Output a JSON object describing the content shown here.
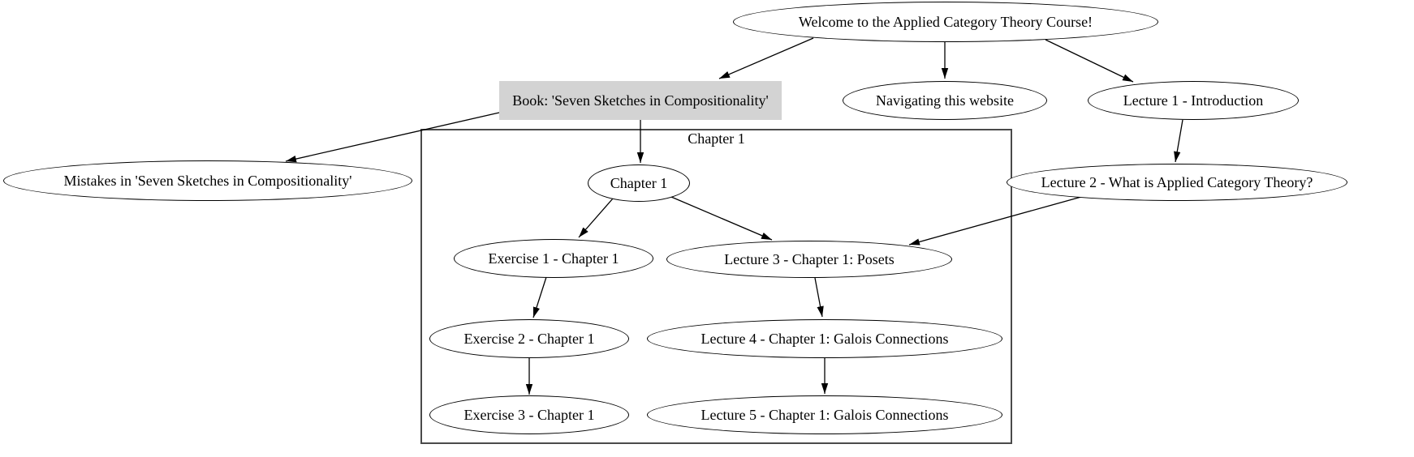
{
  "diagram": {
    "kind": "directed-graph",
    "background": "#ffffff",
    "colors": {
      "node_stroke": "#000000",
      "node_fill": "#ffffff",
      "book_node_fill": "#d3d3d3",
      "edge_color": "#000000",
      "cluster_border": "#4a4a4a",
      "text": "#000000"
    },
    "cluster": {
      "label": "Chapter 1"
    },
    "nodes": [
      {
        "id": "welcome",
        "label": "Welcome to the Applied Category Theory Course!",
        "shape": "ellipse",
        "in_cluster": false
      },
      {
        "id": "book",
        "label": "Book: 'Seven Sketches in Compositionality'",
        "shape": "box",
        "in_cluster": false
      },
      {
        "id": "navigating",
        "label": "Navigating this website",
        "shape": "ellipse",
        "in_cluster": false
      },
      {
        "id": "lecture1",
        "label": "Lecture 1 - Introduction",
        "shape": "ellipse",
        "in_cluster": false
      },
      {
        "id": "mistakes",
        "label": "Mistakes in 'Seven Sketches in Compositionality'",
        "shape": "ellipse",
        "in_cluster": false
      },
      {
        "id": "chapter1",
        "label": "Chapter 1",
        "shape": "ellipse",
        "in_cluster": true
      },
      {
        "id": "lecture2",
        "label": "Lecture 2 - What is Applied Category Theory?",
        "shape": "ellipse",
        "in_cluster": false
      },
      {
        "id": "exercise1",
        "label": "Exercise 1 - Chapter 1",
        "shape": "ellipse",
        "in_cluster": true
      },
      {
        "id": "lecture3",
        "label": "Lecture 3 - Chapter 1: Posets",
        "shape": "ellipse",
        "in_cluster": true
      },
      {
        "id": "exercise2",
        "label": "Exercise 2 - Chapter 1",
        "shape": "ellipse",
        "in_cluster": true
      },
      {
        "id": "lecture4",
        "label": "Lecture 4 - Chapter 1: Galois Connections",
        "shape": "ellipse",
        "in_cluster": true
      },
      {
        "id": "exercise3",
        "label": "Exercise 3 - Chapter 1",
        "shape": "ellipse",
        "in_cluster": true
      },
      {
        "id": "lecture5",
        "label": "Lecture 5 - Chapter 1: Galois Connections",
        "shape": "ellipse",
        "in_cluster": true
      }
    ],
    "edges": [
      {
        "from": "welcome",
        "to": "book"
      },
      {
        "from": "welcome",
        "to": "navigating"
      },
      {
        "from": "welcome",
        "to": "lecture1"
      },
      {
        "from": "book",
        "to": "mistakes"
      },
      {
        "from": "book",
        "to": "chapter1"
      },
      {
        "from": "lecture1",
        "to": "lecture2"
      },
      {
        "from": "chapter1",
        "to": "exercise1"
      },
      {
        "from": "chapter1",
        "to": "lecture3"
      },
      {
        "from": "lecture2",
        "to": "lecture3"
      },
      {
        "from": "exercise1",
        "to": "exercise2"
      },
      {
        "from": "lecture3",
        "to": "lecture4"
      },
      {
        "from": "exercise2",
        "to": "exercise3"
      },
      {
        "from": "lecture4",
        "to": "lecture5"
      }
    ]
  }
}
